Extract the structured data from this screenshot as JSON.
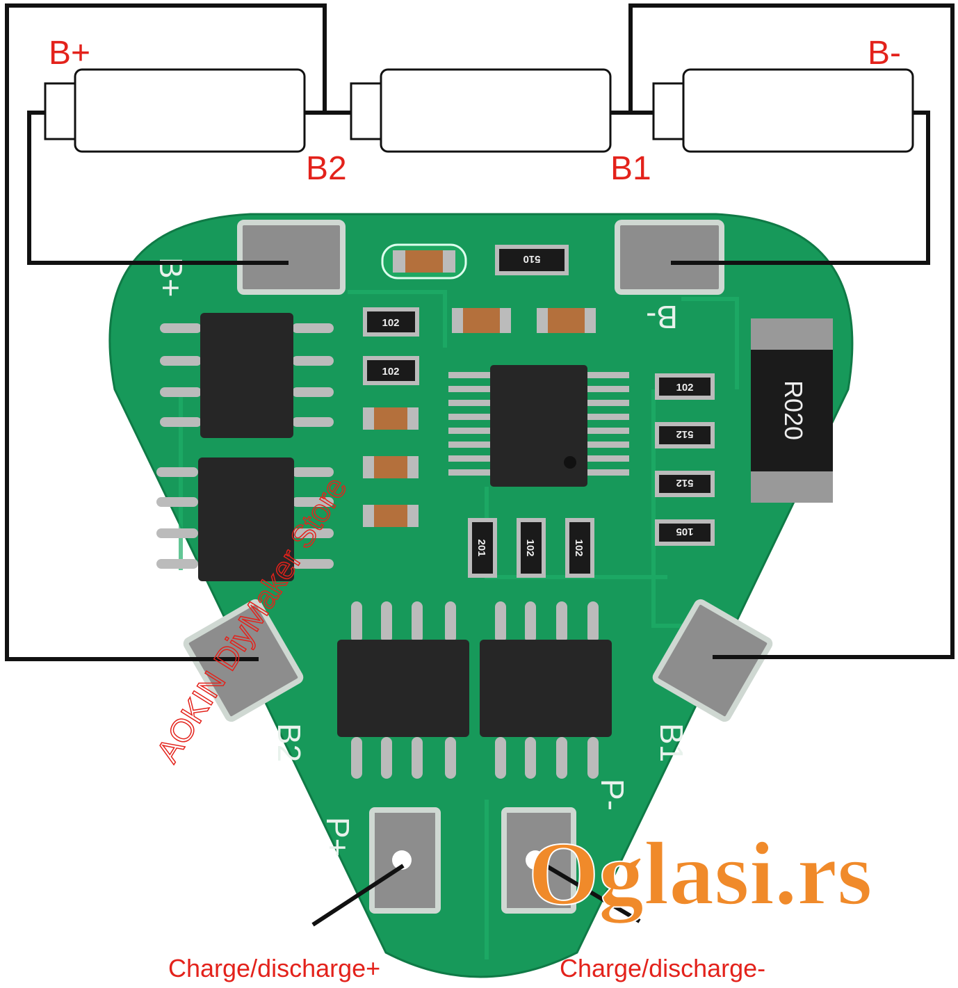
{
  "diagram_labels": {
    "b_plus": "B+",
    "b_minus": "B-",
    "b2": "B2",
    "b1": "B1",
    "charge_plus": "Charge/discharge+",
    "charge_minus": "Charge/discharge-"
  },
  "silkscreen": {
    "b_plus": "B+",
    "b_minus": "B-",
    "b2": "B2",
    "b1": "B1",
    "p_plus": "P+",
    "p_minus": "P-"
  },
  "components": {
    "r_top": "510",
    "r_a": "102",
    "r_b": "102",
    "r_c": "102",
    "r_d": "512",
    "r_e": "512",
    "r_f": "105",
    "r_g": "201",
    "r_h": "102",
    "r_i": "102",
    "shunt": "R020"
  },
  "watermark": "AOKIN DiyMaker Store",
  "logo": "Oglasi.rs",
  "colors": {
    "pcb": "#17995a",
    "label": "#e3221b",
    "wire": "#111111"
  }
}
